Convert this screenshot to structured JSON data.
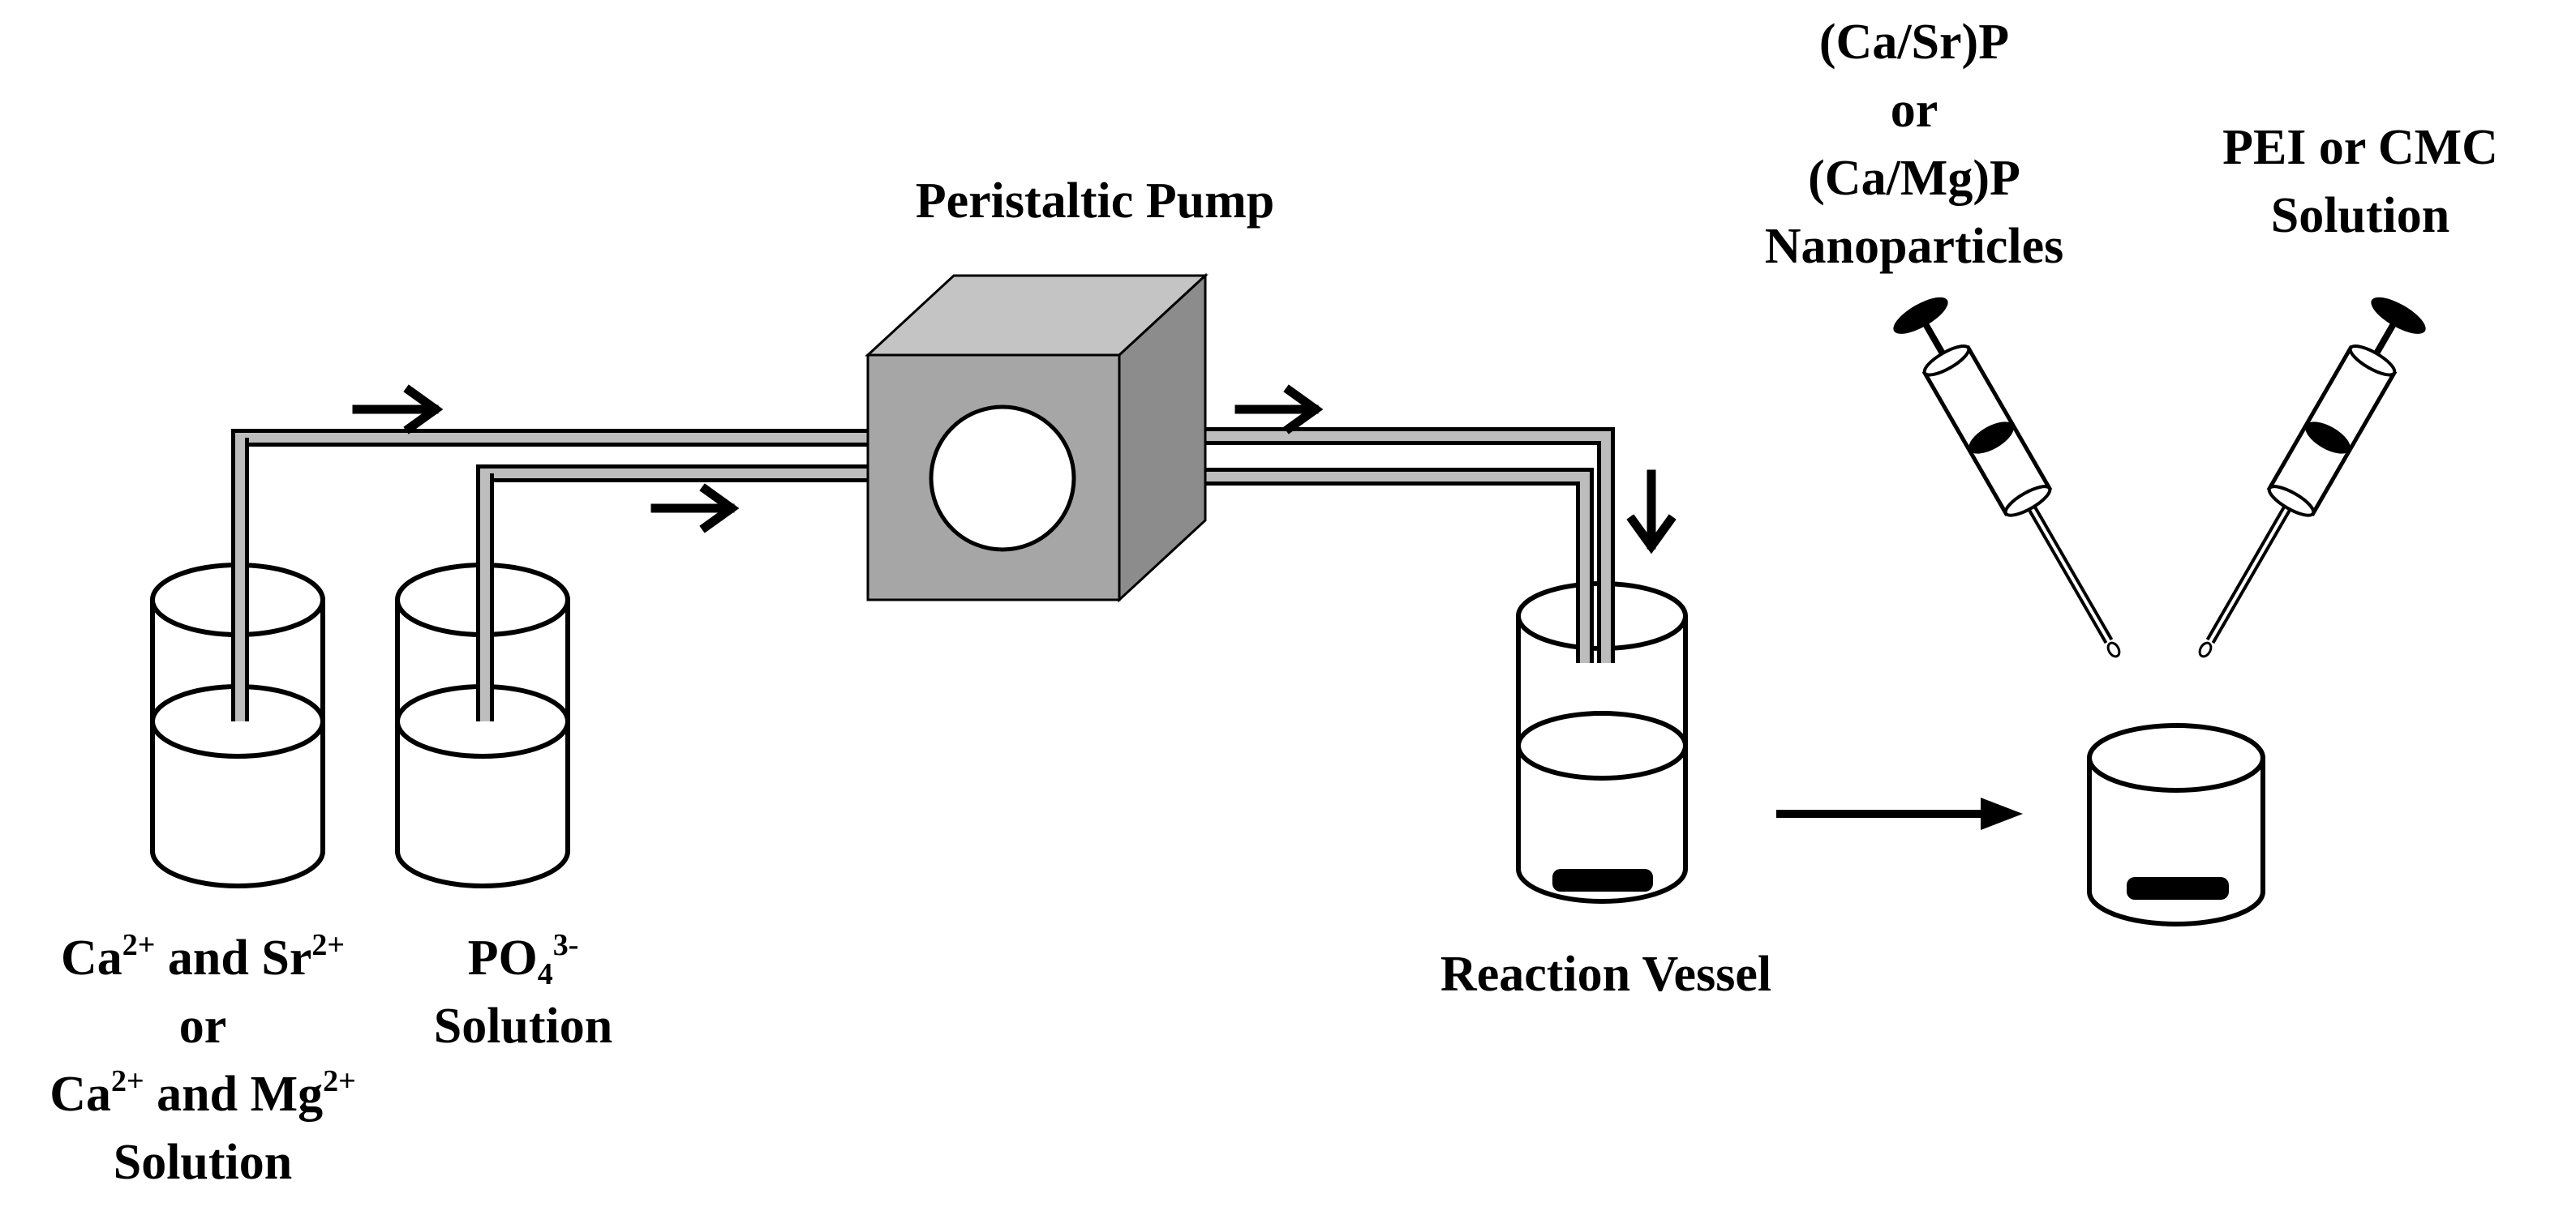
{
  "labels": {
    "pump": "Peristaltic Pump",
    "cation_solution": {
      "line1_a": "Ca",
      "line1_a_sup": "2+",
      "line1_mid": " and Sr",
      "line1_b_sup": "2+",
      "line2": "or",
      "line3_a": "Ca",
      "line3_a_sup": "2+",
      "line3_mid": " and Mg",
      "line3_b_sup": "2+",
      "line4": "Solution"
    },
    "phosphate_solution": {
      "base": "PO",
      "sub": "4",
      "sup": "3-",
      "line2": "Solution"
    },
    "reaction_vessel": "Reaction Vessel",
    "nanoparticles": {
      "line1": "(Ca/Sr)P",
      "line2": "or",
      "line3": "(Ca/Mg)P",
      "line4": "Nanoparticles"
    },
    "polymer_solution": {
      "line1": "PEI or CMC",
      "line2": "Solution"
    }
  },
  "icons": {
    "pump": "peristaltic-pump-icon",
    "beaker": "beaker-icon",
    "syringe": "syringe-icon",
    "stir_bar": "stir-bar-icon",
    "arrow": "arrow-icon"
  },
  "colors": {
    "pump_front": "#a6a6a6",
    "pump_top": "#c4c4c4",
    "pump_side": "#8c8c8c",
    "tube_fill": "#bdbdbd",
    "ink": "#000000"
  }
}
